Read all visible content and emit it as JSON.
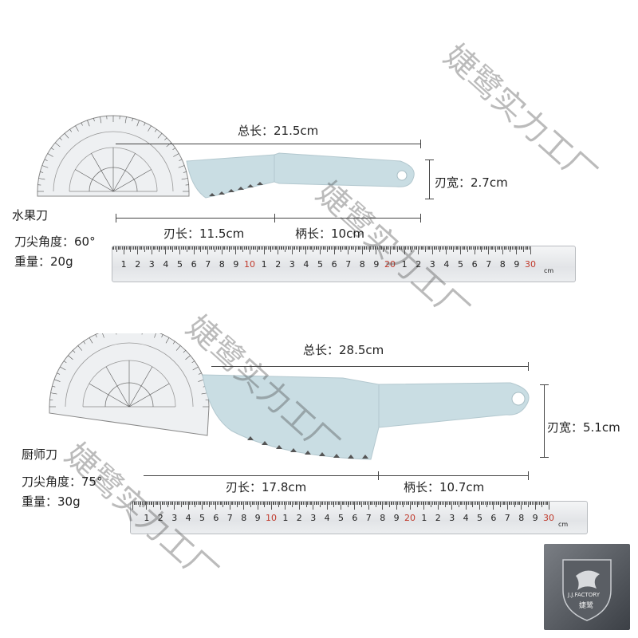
{
  "fruit_knife": {
    "name": "水果刀",
    "total_length": "总长：21.5cm",
    "blade_width": "刃宽：2.7cm",
    "blade_length": "刃长：11.5cm",
    "handle_length": "柄长：10cm",
    "tip_angle": "刀尖角度：60°",
    "weight": "重量：20g"
  },
  "chef_knife": {
    "name": "厨师刀",
    "total_length": "总长：28.5cm",
    "blade_width": "刃宽：5.1cm",
    "blade_length": "刃长：17.8cm",
    "handle_length": "柄长：10.7cm",
    "tip_angle": "刀尖角度：75°",
    "weight": "重量：30g"
  },
  "ruler": {
    "labels": [
      "1",
      "2",
      "3",
      "4",
      "5",
      "6",
      "7",
      "8",
      "9",
      "10",
      "1",
      "2",
      "3",
      "4",
      "5",
      "6",
      "7",
      "8",
      "9",
      "20",
      "1",
      "2",
      "3",
      "4",
      "5",
      "6",
      "7",
      "8",
      "9",
      "30"
    ],
    "unit": "cm"
  },
  "watermark": "婕鹭实力工厂",
  "brand": {
    "name": "J.J.FACTORY",
    "cn_name": "婕鹭"
  },
  "colors": {
    "knife": "#c9dde3",
    "accent_red": "#c0392b"
  }
}
